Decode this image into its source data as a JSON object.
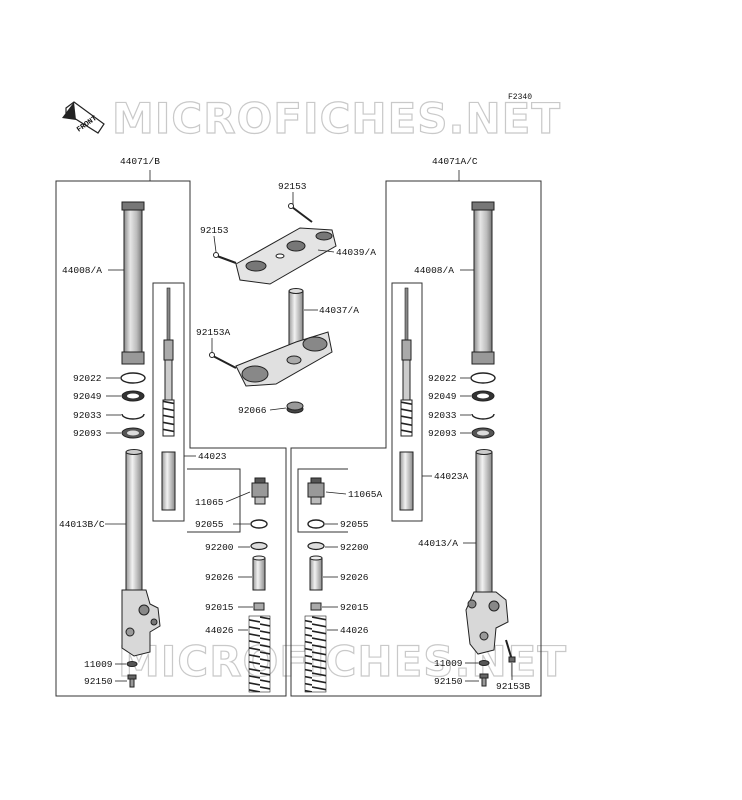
{
  "figure_code": "F2340",
  "front_label": "FRONT",
  "watermark_top": "MICROFICHES.NET",
  "watermark_bottom": "MICROFICHES.NET",
  "colors": {
    "line": "#222222",
    "frame": "#333333",
    "watermark_stroke": "#c9c9c9",
    "tube": "#bdbdbd"
  },
  "labels": {
    "assy_left": "44071/B",
    "assy_right": "44071A/C",
    "bracket_bolt": "92153",
    "bracket_bolt_left": "92153",
    "upper_bracket": "44039/A",
    "stem": "44037/A",
    "stem_bolt": "92153A",
    "stem_nut": "92066",
    "outer_tube_left": "44008/A",
    "outer_tube_right": "44008/A",
    "seal_left": "92022",
    "washer_left": "92049",
    "circlip_left": "92033",
    "dust_left": "92093",
    "seal_right": "92022",
    "washer_right": "92049",
    "circlip_right": "92033",
    "dust_right": "92093",
    "cartridge_left": "44023",
    "cartridge_right": "44023A",
    "cap_left": "11065",
    "cap_right": "11065A",
    "oring_left": "92055",
    "oring_right": "92055",
    "inner_tube_left": "44013B/C",
    "inner_tube_right": "44013/A",
    "ring_left": "92200",
    "ring_right": "92200",
    "spacer_left": "92026",
    "spacer_right": "92026",
    "nut_left": "92015",
    "nut_right": "92015",
    "spring_left": "44026",
    "spring_right": "44026",
    "gasket_left": "11009",
    "gasket_right": "11009",
    "drain_left": "92150",
    "drain_right": "92150",
    "axle_bolt_right": "92153B"
  }
}
